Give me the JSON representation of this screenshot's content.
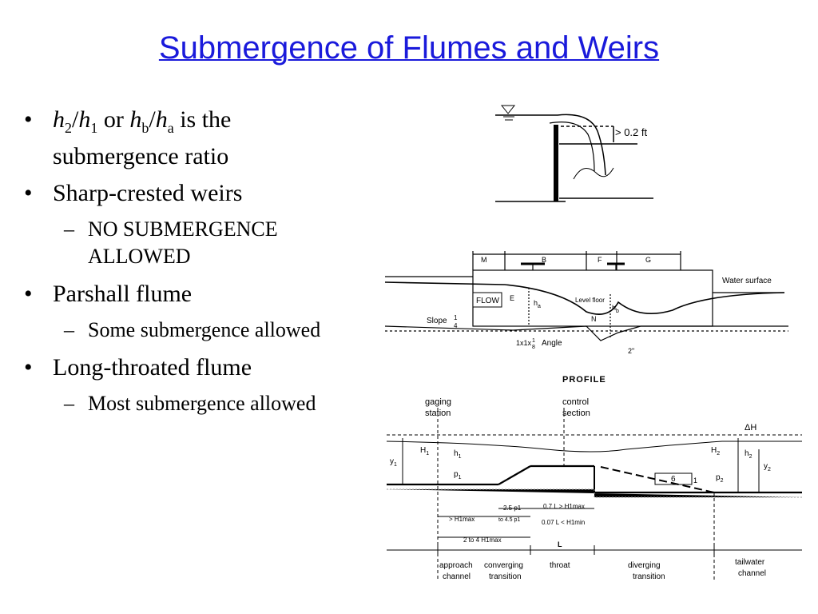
{
  "slide": {
    "title": "Submergence of Flumes and Weirs",
    "bullets": {
      "b1": {
        "h2": "h",
        "s2": "2",
        "slash1": "/",
        "h1": "h",
        "s1": "1",
        "or": " or ",
        "hb": "h",
        "sb": "b",
        "slash2": "/",
        "ha": "h",
        "sa": "a",
        "rest": " is the submergence ratio"
      },
      "b2": "Sharp-crested weirs",
      "b2_sub": "NO SUBMERGENCE ALLOWED",
      "b3": "Parshall flume",
      "b3_sub": "Some submergence allowed",
      "b4": "Long-throated flume",
      "b4_sub": "Most submergence allowed"
    }
  },
  "weir_sketch": {
    "drop_label": "> 0.2 ft"
  },
  "parshall": {
    "dims": [
      "M",
      "B",
      "F",
      "G"
    ],
    "water_surface": "Water surface",
    "flow": "FLOW",
    "level_floor": "Level floor",
    "slope": "Slope",
    "slope_num": "1",
    "slope_den": "4",
    "angle": "Angle",
    "angle_size": "1x1x",
    "angle_frac_num": "1",
    "angle_frac_den": "8",
    "E": "E",
    "ha": "h",
    "ha_sub": "a",
    "hb": "h",
    "hb_sub": "b",
    "N": "N",
    "two_in": "2\"",
    "caption": "PROFILE"
  },
  "long_throated": {
    "gaging_station": [
      "gaging",
      "station"
    ],
    "control_section": [
      "control",
      "section"
    ],
    "delta_h": "ΔH",
    "H1": "H",
    "H1_sub": "1",
    "h1": "h",
    "h1_sub": "1",
    "y1": "y",
    "y1_sub": "1",
    "p1": "p",
    "p1_sub": "1",
    "H2": "H",
    "H2_sub": "2",
    "h2": "h",
    "h2_sub": "2",
    "y2": "y",
    "y2_sub": "2",
    "p2": "p",
    "p2_sub": "2",
    "slope_6": "6",
    "slope_1": "1",
    "dim_approach": "> H1max",
    "dim_conv_a": "2.5 p1",
    "dim_conv_b": "to 4.5 p1",
    "dim_throat_a": "0.7 L > H1max",
    "dim_throat_b": "0.07 L < H1min",
    "dim_2to4": "2 to 4 H1max",
    "L": "L",
    "sections": [
      [
        "approach",
        "channel"
      ],
      [
        "converging",
        "transition"
      ],
      [
        "throat"
      ],
      [
        "diverging",
        "transition"
      ],
      [
        "tailwater",
        "channel"
      ]
    ]
  }
}
